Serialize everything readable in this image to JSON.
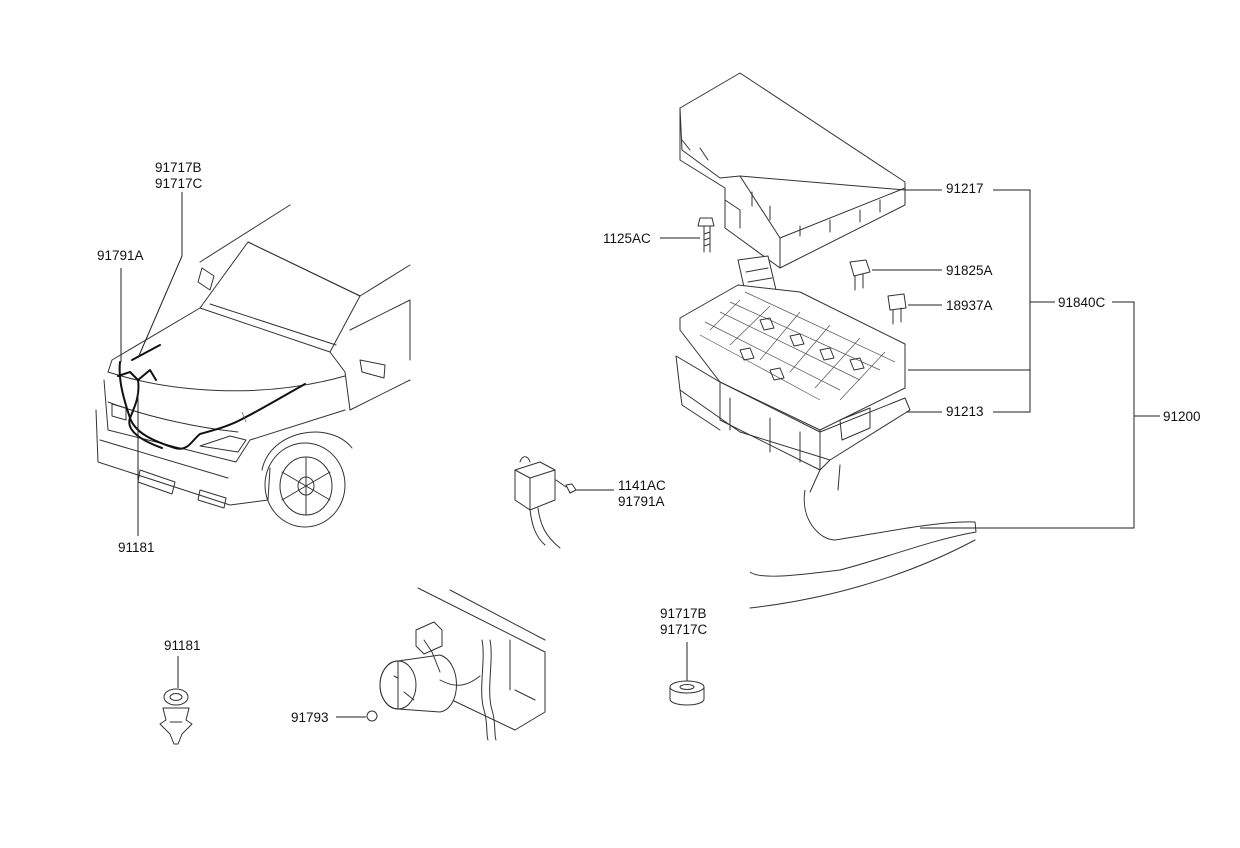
{
  "labels": {
    "p91717b_top": "91717B",
    "p91717c_top": "91717C",
    "p91791a_left": "91791A",
    "p91181_car": "91181",
    "p91181_clip": "91181",
    "p1125ac": "1125AC",
    "p91217": "91217",
    "p91825a": "91825A",
    "p18937a": "18937A",
    "p91840c": "91840C",
    "p91213": "91213",
    "p91200": "91200",
    "p1141ac": "1141AC",
    "p91791a_mid": "91791A",
    "p91717b_bot": "91717B",
    "p91717c_bot": "91717C",
    "p91793": "91793"
  }
}
